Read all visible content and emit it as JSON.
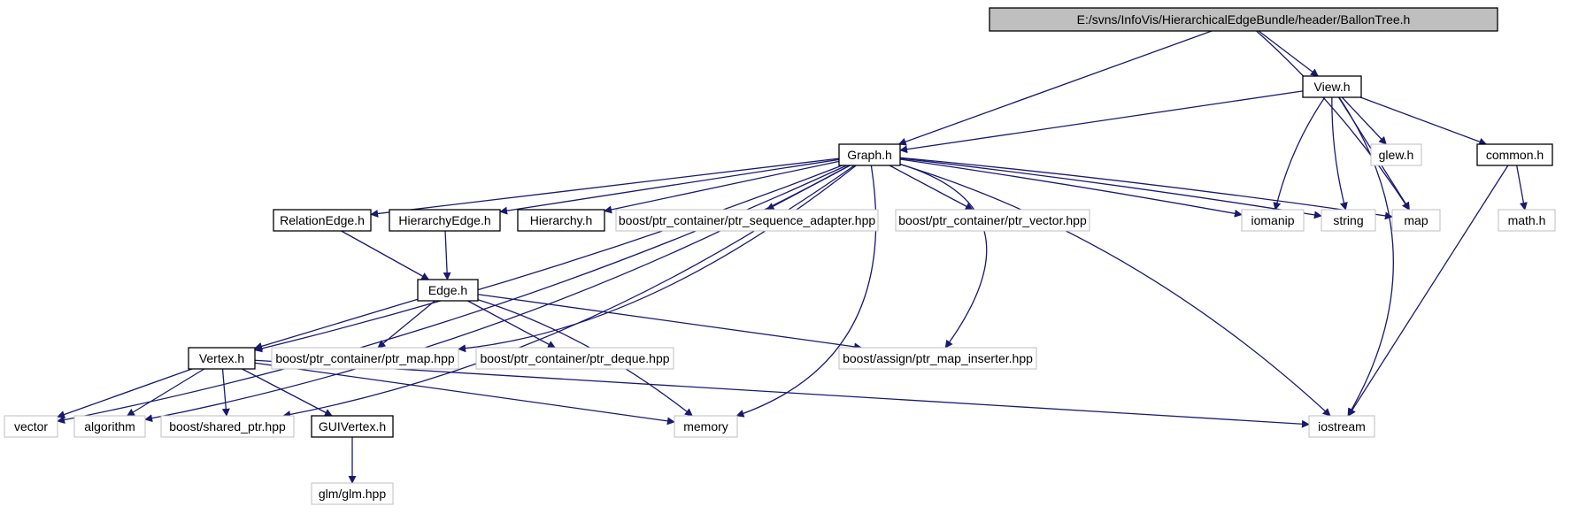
{
  "colors": {
    "edge": "#191970",
    "box_documented": "#000000",
    "box_external": "#bfbfbf",
    "root_fill": "#bfbfbf",
    "text": "#000000"
  },
  "nodes": [
    {
      "id": "root",
      "label": "E:/svns/InfoVis/HierarchicalEdgeBundle/header/BallonTree.h",
      "kind": "root"
    },
    {
      "id": "view",
      "label": "View.h",
      "kind": "documented"
    },
    {
      "id": "graph",
      "label": "Graph.h",
      "kind": "documented"
    },
    {
      "id": "glew",
      "label": "glew.h",
      "kind": "external"
    },
    {
      "id": "common",
      "label": "common.h",
      "kind": "documented"
    },
    {
      "id": "relationedge",
      "label": "RelationEdge.h",
      "kind": "documented"
    },
    {
      "id": "hierarchyedge",
      "label": "HierarchyEdge.h",
      "kind": "documented"
    },
    {
      "id": "hierarchy",
      "label": "Hierarchy.h",
      "kind": "documented"
    },
    {
      "id": "ptrseq",
      "label": "boost/ptr_container/ptr_sequence_adapter.hpp",
      "kind": "external"
    },
    {
      "id": "ptrvec",
      "label": "boost/ptr_container/ptr_vector.hpp",
      "kind": "external"
    },
    {
      "id": "iomanip",
      "label": "iomanip",
      "kind": "external"
    },
    {
      "id": "string",
      "label": "string",
      "kind": "external"
    },
    {
      "id": "map",
      "label": "map",
      "kind": "external"
    },
    {
      "id": "math",
      "label": "math.h",
      "kind": "external"
    },
    {
      "id": "edge",
      "label": "Edge.h",
      "kind": "documented"
    },
    {
      "id": "vertex",
      "label": "Vertex.h",
      "kind": "documented"
    },
    {
      "id": "ptrmap",
      "label": "boost/ptr_container/ptr_map.hpp",
      "kind": "external"
    },
    {
      "id": "ptrdeque",
      "label": "boost/ptr_container/ptr_deque.hpp",
      "kind": "external"
    },
    {
      "id": "mapinserter",
      "label": "boost/assign/ptr_map_inserter.hpp",
      "kind": "external"
    },
    {
      "id": "vector",
      "label": "vector",
      "kind": "external"
    },
    {
      "id": "algorithm",
      "label": "algorithm",
      "kind": "external"
    },
    {
      "id": "sharedptr",
      "label": "boost/shared_ptr.hpp",
      "kind": "external"
    },
    {
      "id": "guivertex",
      "label": "GUIVertex.h",
      "kind": "documented"
    },
    {
      "id": "memory",
      "label": "memory",
      "kind": "external"
    },
    {
      "id": "iostream",
      "label": "iostream",
      "kind": "external"
    },
    {
      "id": "glm",
      "label": "glm/glm.hpp",
      "kind": "external"
    }
  ],
  "edges": [
    [
      "root",
      "view"
    ],
    [
      "root",
      "graph"
    ],
    [
      "root",
      "map"
    ],
    [
      "view",
      "graph"
    ],
    [
      "view",
      "glew"
    ],
    [
      "view",
      "common"
    ],
    [
      "view",
      "iomanip"
    ],
    [
      "view",
      "string"
    ],
    [
      "view",
      "map"
    ],
    [
      "view",
      "iostream"
    ],
    [
      "common",
      "math"
    ],
    [
      "common",
      "iostream"
    ],
    [
      "graph",
      "relationedge"
    ],
    [
      "graph",
      "hierarchyedge"
    ],
    [
      "graph",
      "hierarchy"
    ],
    [
      "graph",
      "ptrseq"
    ],
    [
      "graph",
      "ptrvec"
    ],
    [
      "graph",
      "iomanip"
    ],
    [
      "graph",
      "string"
    ],
    [
      "graph",
      "map"
    ],
    [
      "graph",
      "vertex"
    ],
    [
      "graph",
      "ptrmap"
    ],
    [
      "graph",
      "mapinserter"
    ],
    [
      "graph",
      "vector"
    ],
    [
      "graph",
      "algorithm"
    ],
    [
      "graph",
      "sharedptr"
    ],
    [
      "graph",
      "memory"
    ],
    [
      "graph",
      "iostream"
    ],
    [
      "relationedge",
      "edge"
    ],
    [
      "hierarchyedge",
      "edge"
    ],
    [
      "edge",
      "vertex"
    ],
    [
      "edge",
      "ptrmap"
    ],
    [
      "edge",
      "ptrdeque"
    ],
    [
      "edge",
      "mapinserter"
    ],
    [
      "edge",
      "memory"
    ],
    [
      "vertex",
      "vector"
    ],
    [
      "vertex",
      "algorithm"
    ],
    [
      "vertex",
      "sharedptr"
    ],
    [
      "vertex",
      "guivertex"
    ],
    [
      "vertex",
      "memory"
    ],
    [
      "vertex",
      "iostream"
    ],
    [
      "guivertex",
      "glm"
    ]
  ]
}
